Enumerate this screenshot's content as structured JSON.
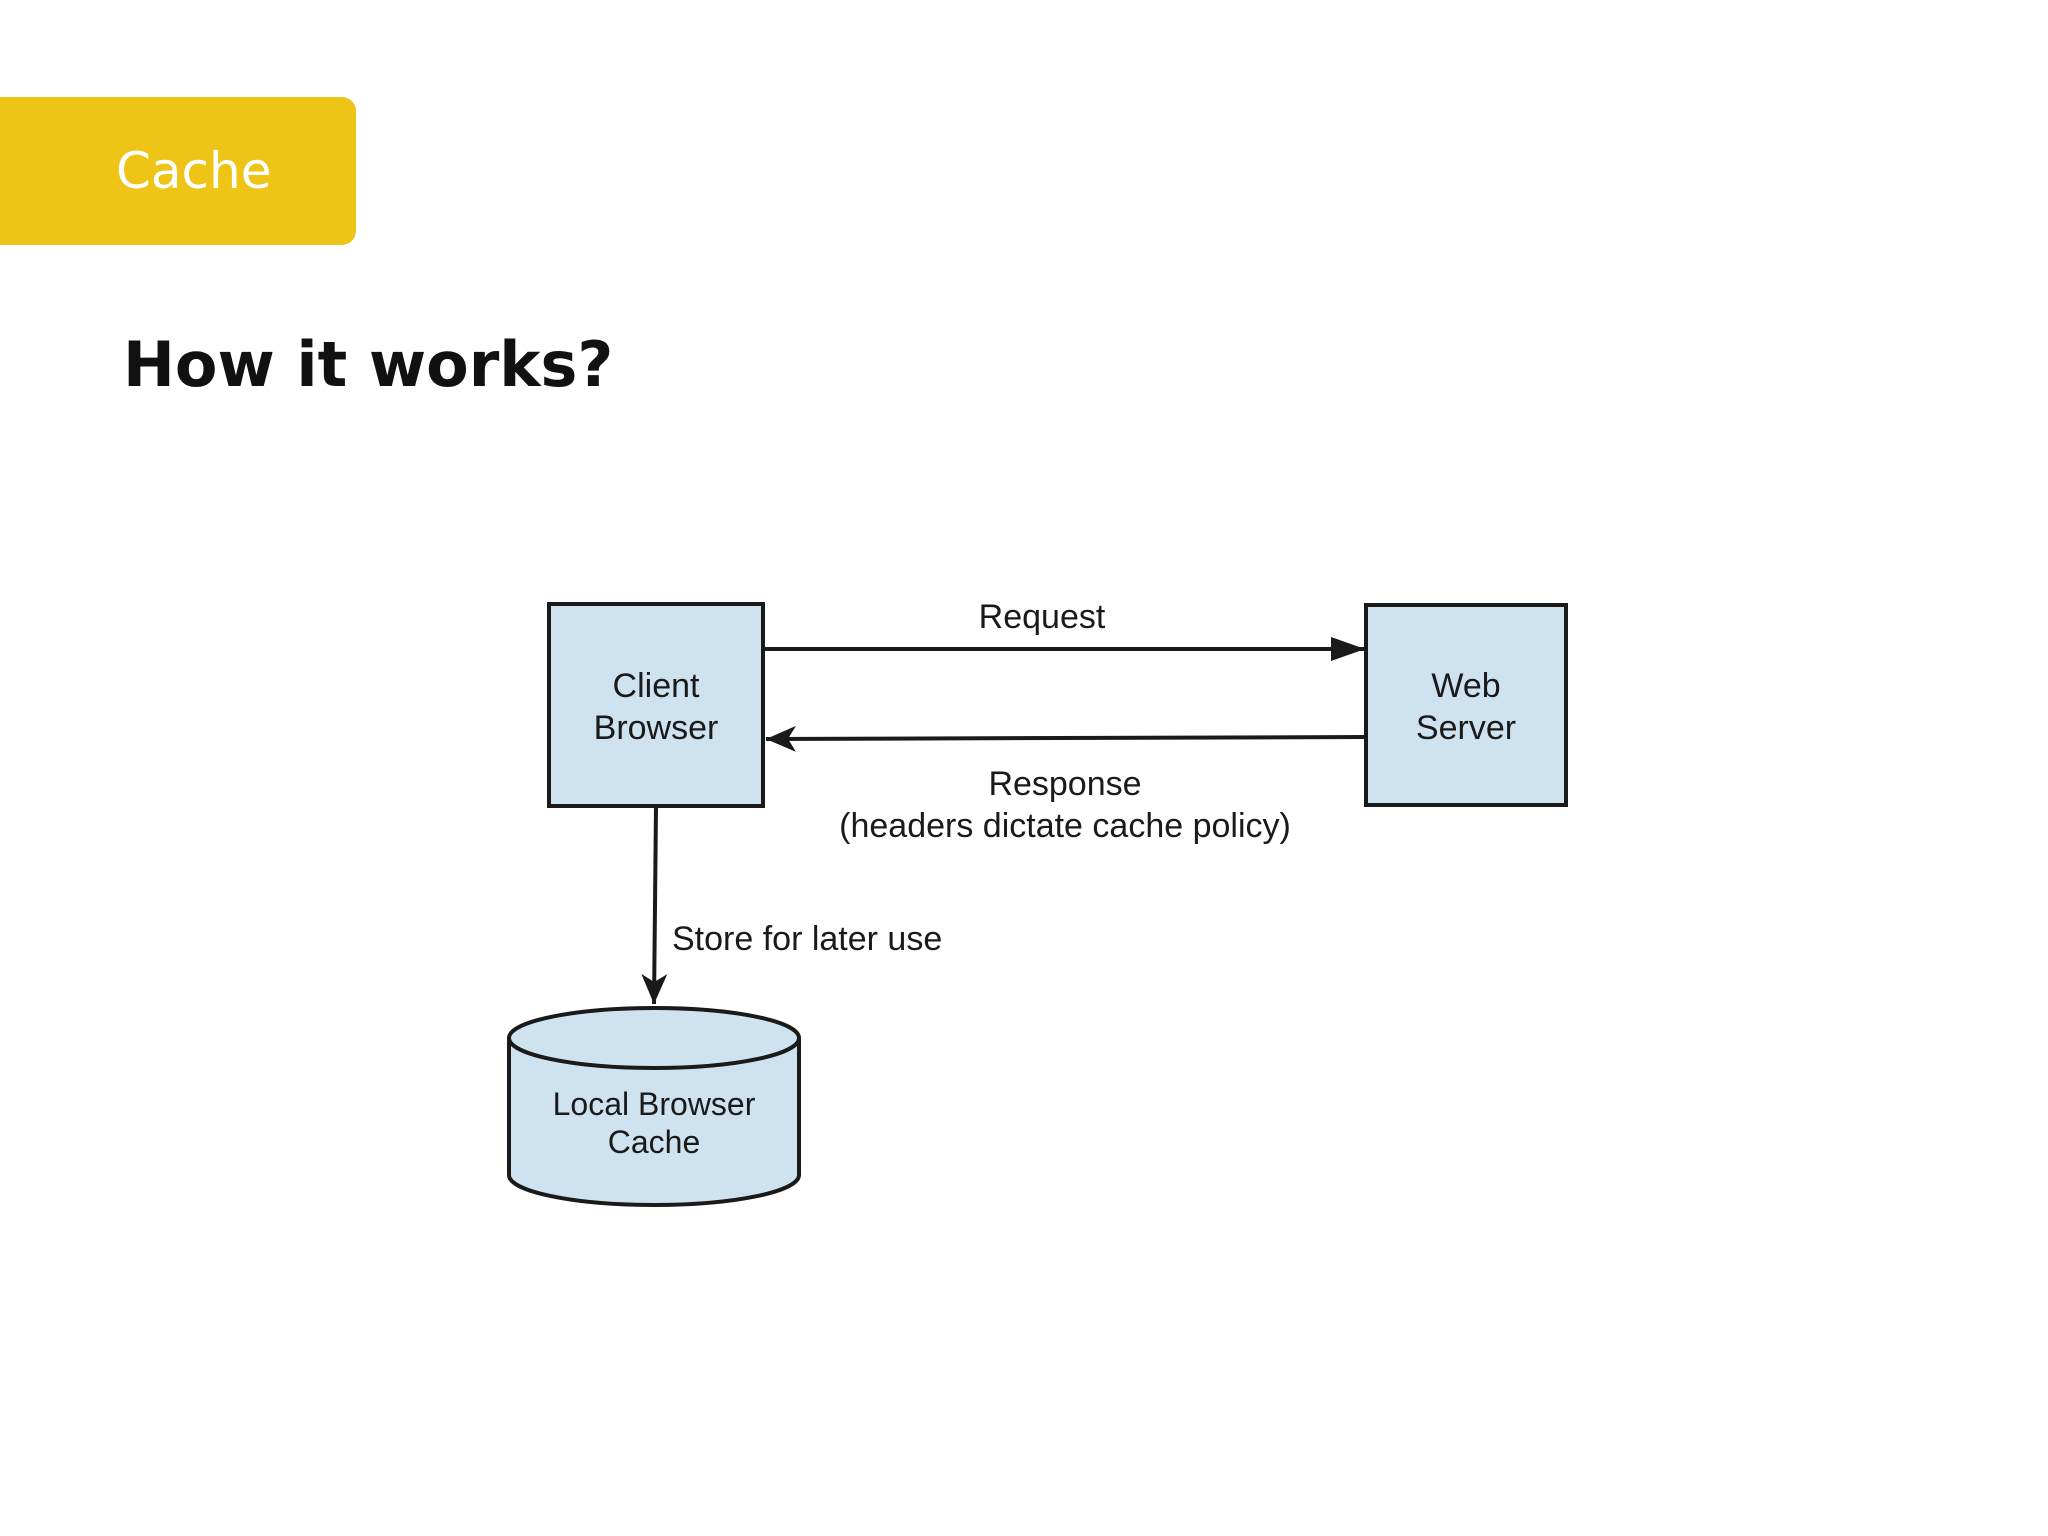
{
  "header": {
    "tag_label": "Cache",
    "title": "How it works?"
  },
  "diagram": {
    "nodes": {
      "client": {
        "line1": "Client",
        "line2": "Browser"
      },
      "server": {
        "line1": "Web",
        "line2": "Server"
      },
      "cache": {
        "line1": "Local Browser",
        "line2": "Cache"
      }
    },
    "edges": {
      "request": "Request",
      "response": "Response",
      "response_note": "(headers dictate cache policy)",
      "store": "Store for later use"
    }
  },
  "colors": {
    "tag_background": "#eec516",
    "box_fill": "#cfe2ef",
    "stroke": "#1a1a1a"
  }
}
